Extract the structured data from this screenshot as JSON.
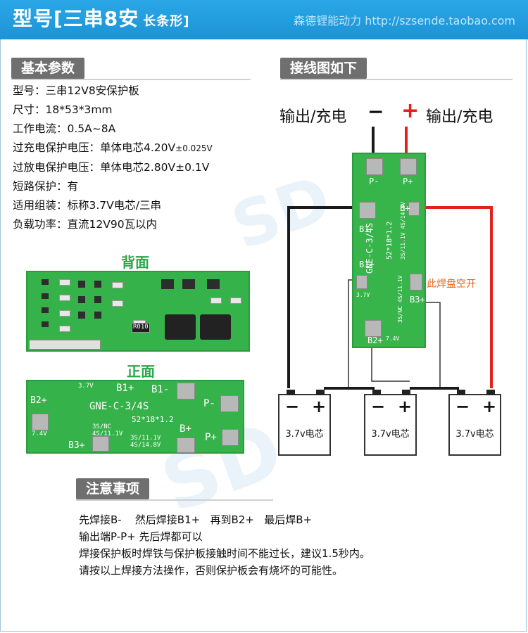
{
  "header": {
    "title": "型号[三串8安",
    "subtitle": "长条形]",
    "shop": "森德锂能动力 http://szsende.taobao.com"
  },
  "sections": {
    "params_tag": "基本参数",
    "wiring_tag": "接线图如下",
    "notes_tag": "注意事项"
  },
  "params": [
    {
      "label": "型号：",
      "value": "三串12V8安保护板",
      "extra": ""
    },
    {
      "label": "尺寸：",
      "value": "18*53*3mm",
      "extra": ""
    },
    {
      "label": "工作电流：",
      "value": "0.5A~8A",
      "extra": ""
    },
    {
      "label": "过充电保护电压：",
      "value": "单体电芯4.20V",
      "extra": "±0.025V"
    },
    {
      "label": "过放电保护电压：",
      "value": "单体电芯2.80V±0.1V",
      "extra": ""
    },
    {
      "label": "短路保护：",
      "value": "有",
      "extra": ""
    },
    {
      "label": "适用组装：",
      "value": "标称3.7V电芯/三串",
      "extra": ""
    },
    {
      "label": "负载功率：",
      "value": "直流12V90瓦以内",
      "extra": ""
    }
  ],
  "photos": {
    "back_label": "背面",
    "front_label": "正面",
    "back_marking": "R010",
    "front_silk": {
      "b2p": "B2+",
      "b3p": "B3+",
      "b1p": "B1+",
      "b1m": "B1-",
      "bp": "B+",
      "pm": "P-",
      "pp": "P+",
      "model": "GNE-C-3/4S",
      "size": "52*18*1.2",
      "v37": "3.7V",
      "v740": "7.4V",
      "s3nc": "3S/NC",
      "s4111": "4S/11.1V",
      "s3111": "3S/11.1V",
      "s4148": "4S/14.8V"
    }
  },
  "wiring": {
    "out_left": "输出/充电",
    "minus": "−",
    "plus": "+",
    "out_right": "输出/充电",
    "board_pm": "P-",
    "board_pp": "P+",
    "board_b1m": "B1-",
    "board_b1p": "B1+",
    "board_bp": "B+",
    "board_model": "GNE-C-3/4S",
    "board_size": "52*18*1.2",
    "board_b2p": "B2+",
    "board_b3p": "B3+",
    "board_v37": "3.7V",
    "board_v74": "7.4V",
    "board_s3": "3S/NC 4S/11.1V",
    "board_s4": "3S/11.1V 4S/14.8V",
    "empty_pad_note": "此焊盘空开",
    "cells": [
      {
        "minus": "−",
        "plus": "+",
        "label": "3.7v电芯"
      },
      {
        "minus": "−",
        "plus": "+",
        "label": "3.7v电芯"
      },
      {
        "minus": "−",
        "plus": "+",
        "label": "3.7v电芯"
      }
    ]
  },
  "notes": [
    "先焊接B-    然后焊接B1+   再到B2+   最后焊B+",
    "输出端P-P+ 先后焊都可以",
    "焊接保护板时焊铁与保护板接触时间不能过长，建议1.5秒内。",
    "请按以上焊接方法操作，否则保护板会有烧坏的可能性。"
  ],
  "colors": {
    "header_blue": "#1c93d6",
    "board_green": "#36b24a",
    "wire_red": "#e3201b",
    "wire_black": "#1a1a1a",
    "note_orange": "#e8671b"
  }
}
